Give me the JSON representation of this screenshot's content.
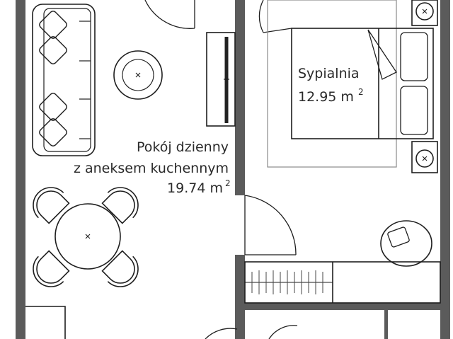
{
  "rooms": {
    "living": {
      "name_line1": "Pokój dzienny",
      "name_line2": "z aneksem kuchennym",
      "area": "19.74 m",
      "area_sup": "2"
    },
    "bedroom": {
      "name": "Sypialnia",
      "area": "12.95 m",
      "area_sup": "2"
    }
  },
  "colors": {
    "wall": "#5a5a5a",
    "line": "#1e1e1e",
    "light_line": "#8a8a8a"
  }
}
